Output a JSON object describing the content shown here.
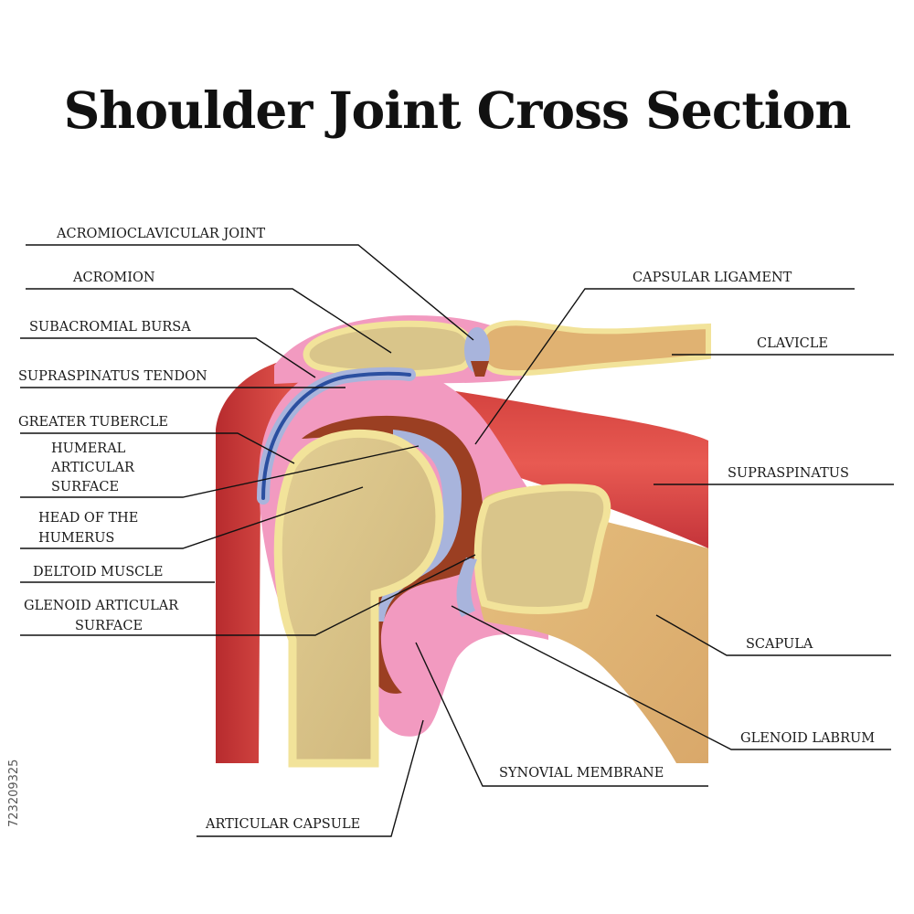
{
  "title": "Shoulder Joint Cross Section",
  "labels": {
    "acromioclavicular_joint": "ACROMIOCLAVICULAR JOINT",
    "acromion": "ACROMION",
    "subacromial_bursa": "SUBACROMIAL BURSA",
    "supraspinatus_tendon": "SUPRASPINATUS TENDON",
    "greater_tubercle": "GREATER TUBERCLE",
    "humeral_articular_surface": [
      "HUMERAL",
      "ARTICULAR",
      "SURFACE"
    ],
    "head_of_humerus": [
      "HEAD OF THE",
      "HUMERUS"
    ],
    "deltoid_muscle": "DELTOID MUSCLE",
    "glenoid_articular_surface": [
      "GLENOID ARTICULAR",
      "SURFACE"
    ],
    "articular_capsule": "ARTICULAR CAPSULE",
    "capsular_ligament": "CAPSULAR LIGAMENT",
    "clavicle": "CLAVICLE",
    "supraspinatus": "SUPRASPINATUS",
    "scapula": "SCAPULA",
    "glenoid_labrum": "GLENOID LABRUM",
    "synovial_membrane": "SYNOVIAL MEMBRANE"
  },
  "watermark": "723209325",
  "colors": {
    "muscle": "#d8443f",
    "bone": "#d9c58a",
    "cartilage": "#f2e39a",
    "capsule": "#f29ac0",
    "synovial": "#a8b4dc",
    "cavity": "#9b3f22",
    "bursa": "#2b4fa0"
  }
}
